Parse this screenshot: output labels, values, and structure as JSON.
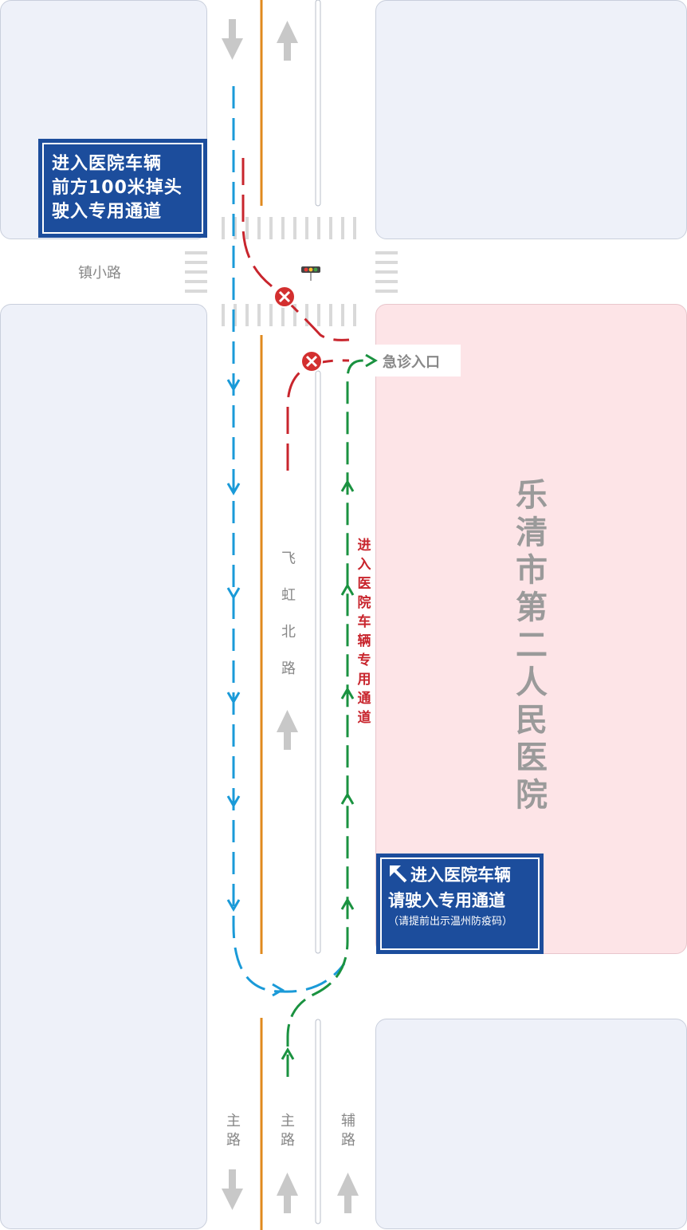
{
  "signs": {
    "uturn_notice": [
      "进入医院车辆",
      "前方100米掉头",
      "驶入专用通道"
    ],
    "entry_notice": {
      "line1": "进入医院车辆",
      "line2": "请驶入专用通道",
      "line3": "（请提前出示温州防疫码）"
    }
  },
  "roads": {
    "cross_street": "镇小路",
    "main_street": [
      "飞",
      "虹",
      "北",
      "路"
    ],
    "lane_labels": {
      "left_main": [
        "主",
        "路"
      ],
      "right_main": [
        "主",
        "路"
      ],
      "auxiliary": [
        "辅",
        "路"
      ]
    }
  },
  "hospital": {
    "name_chars": [
      "乐",
      "清",
      "市",
      "第",
      "二",
      "人",
      "民",
      "医",
      "院"
    ],
    "emergency_entrance": "急诊入口"
  },
  "route_labels": {
    "dedicated_lane_chars": [
      "进",
      "入",
      "医",
      "院",
      "车",
      "辆",
      "专",
      "用",
      "通",
      "道"
    ]
  },
  "colors": {
    "background": "#ffffff",
    "block": "#eef1f9",
    "hospital_area": "#fde4e7",
    "sign": "#1c4d9c",
    "center_line": "#e08a1e",
    "route_blue": "#1a9ad8",
    "route_green": "#1a9240",
    "route_red": "#c8252d",
    "lane_arrow": "#c8c8c8",
    "label_text": "#888888"
  },
  "icons": [
    "traffic-light-icon",
    "prohibited-icon",
    "arrow-up-icon",
    "arrow-down-icon",
    "diagonal-arrow-icon"
  ]
}
